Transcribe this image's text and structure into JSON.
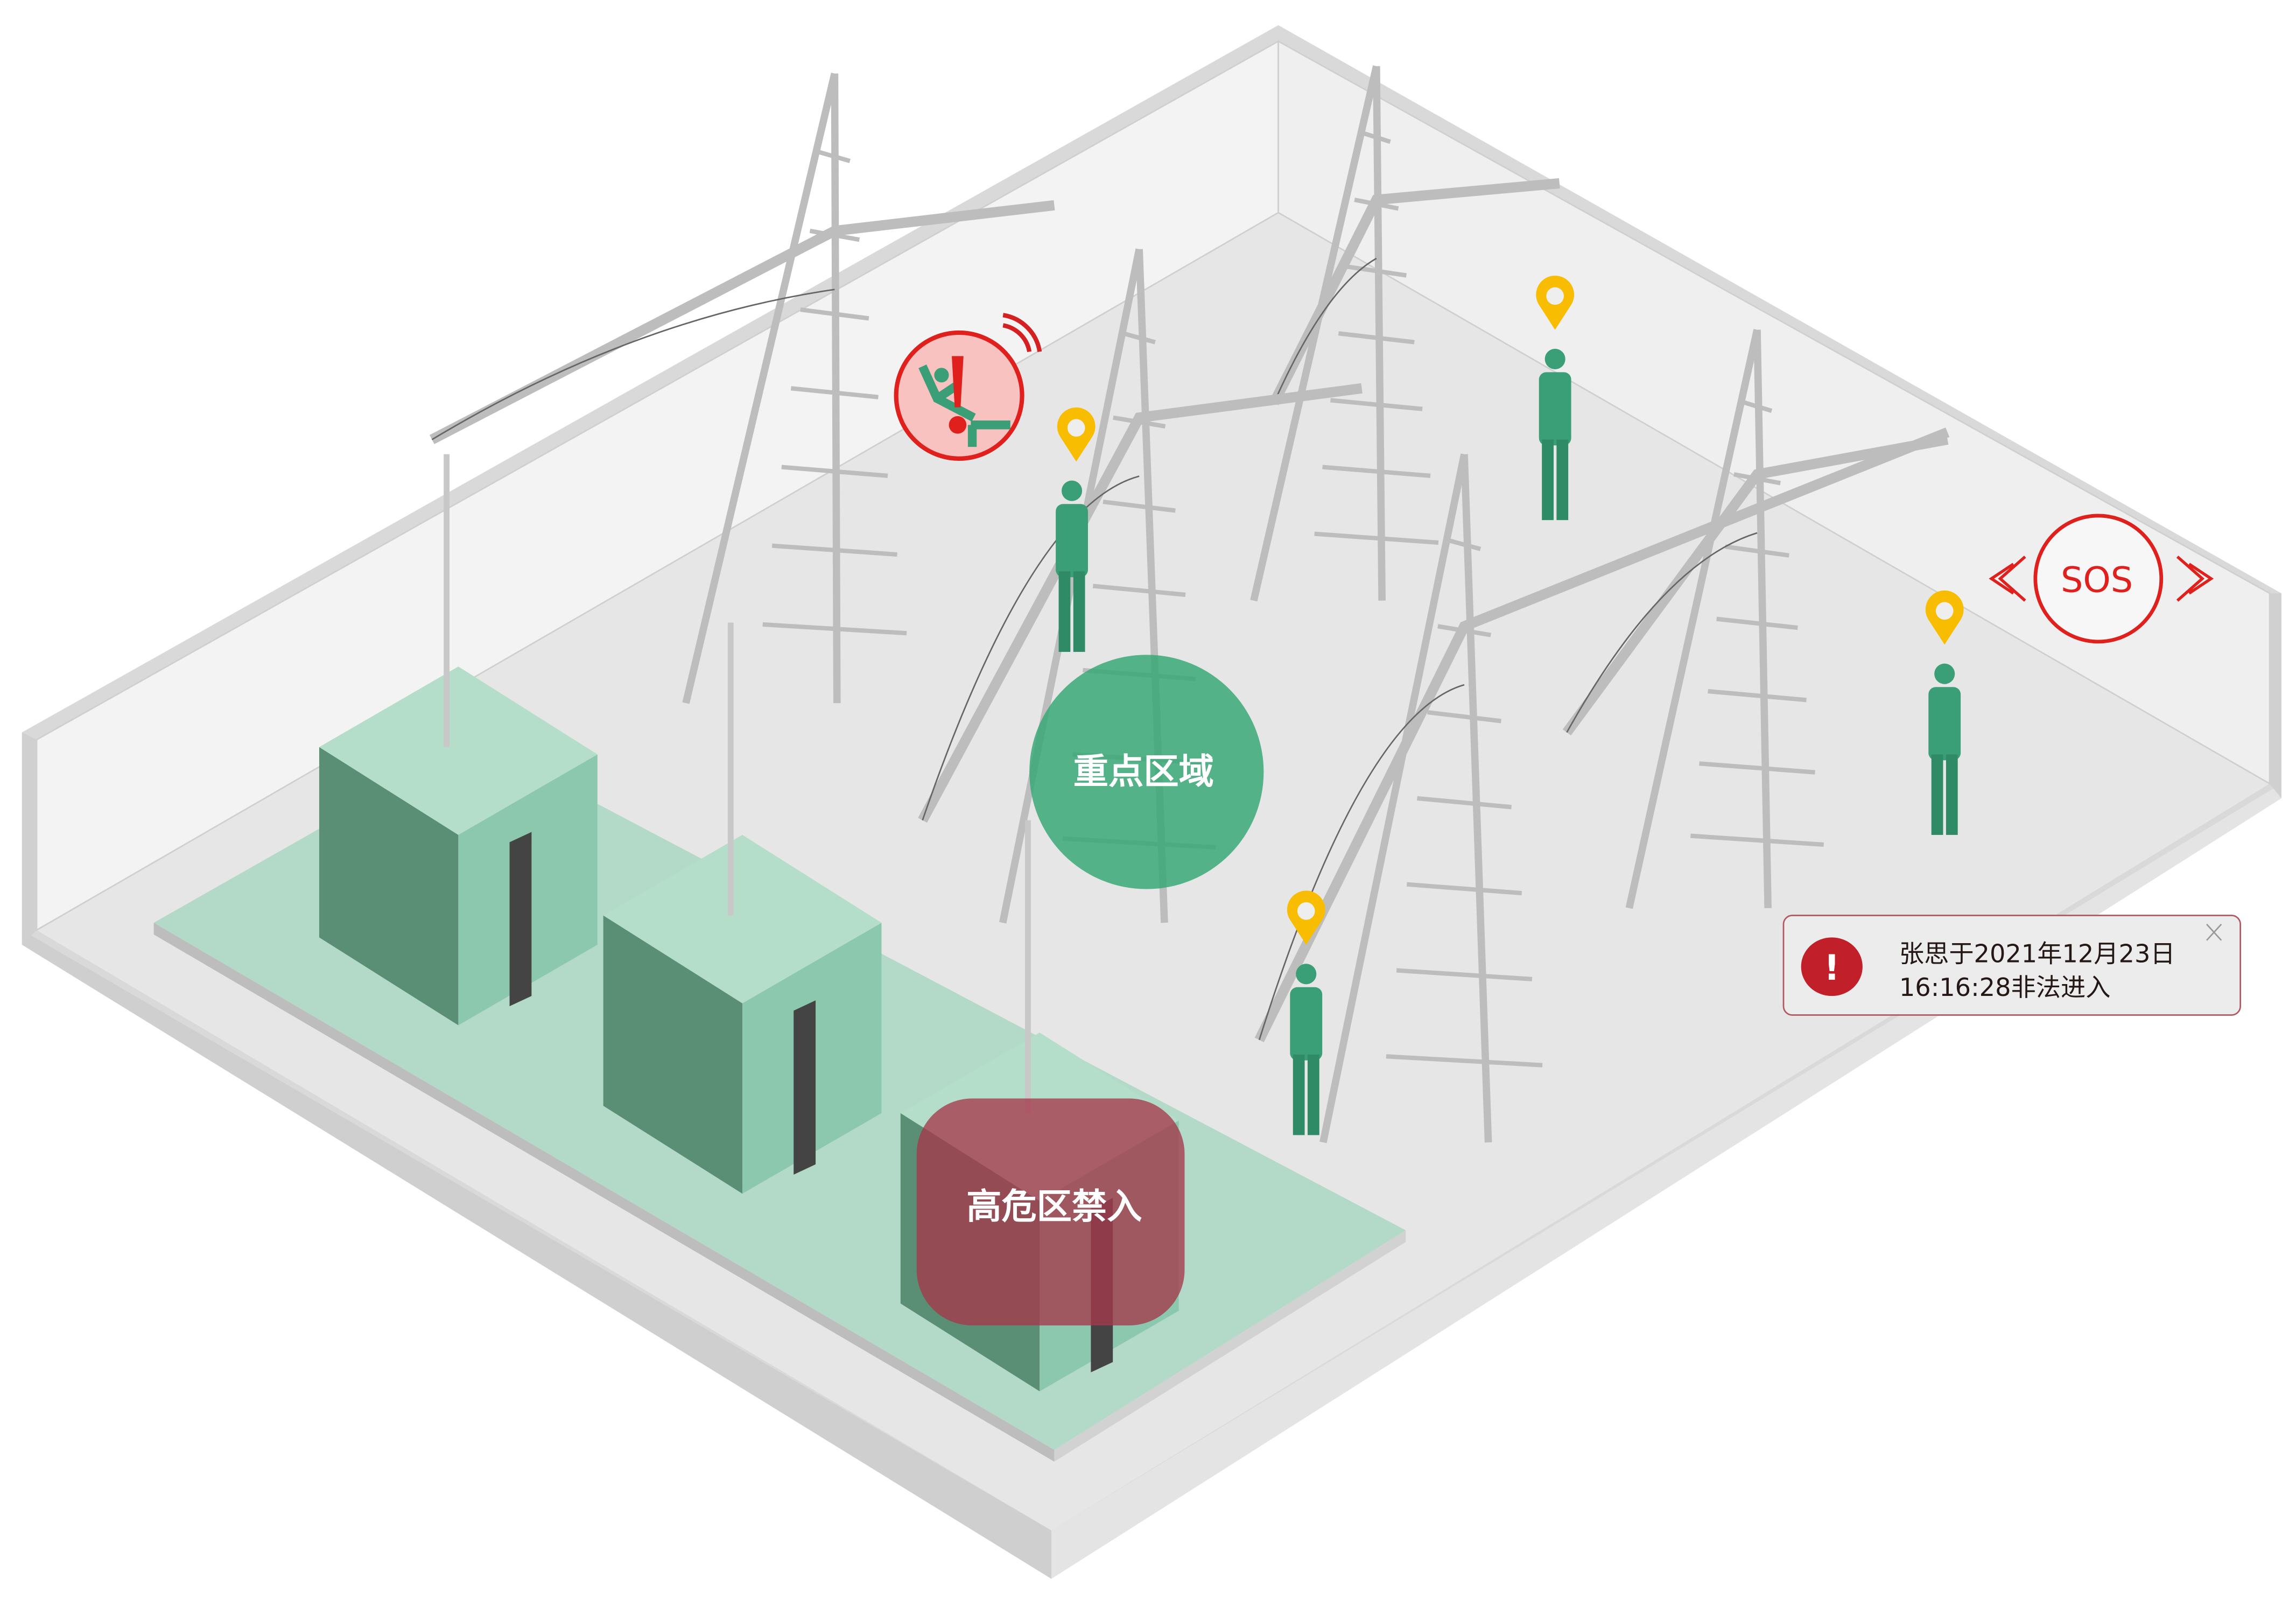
{
  "zones": {
    "key_area_label": "重点区域",
    "danger_area_label": "高危区禁入"
  },
  "sos": {
    "label": "SOS"
  },
  "alert": {
    "line1": "张思于2021年12月23日",
    "line2": "16:16:28非法进入",
    "icon": "exclamation-icon",
    "close_icon": "close-icon"
  },
  "colors": {
    "accent_green": "#3a9e77",
    "danger_red": "#e0201c",
    "pin_yellow": "#f8bc00",
    "alert_red": "#c1202a"
  }
}
